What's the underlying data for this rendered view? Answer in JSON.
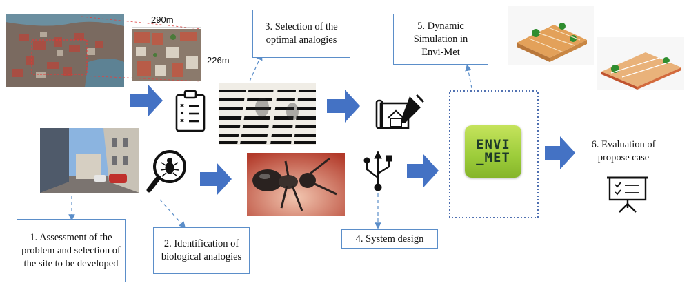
{
  "steps": {
    "s1": "1. Assessment of the problem and selection of the site to be developed",
    "s2": "2. Identification of biological analogies",
    "s3": "3. Selection of the optimal analogies",
    "s4": "4. System design",
    "s5": "5. Dynamic Simulation in Envi-Met",
    "s6": "6. Evaluation of propose case"
  },
  "dimensions": {
    "width_label": "290m",
    "height_label": "226m"
  },
  "envimet_logo": {
    "line1": "ENVI",
    "line2": "_MET"
  },
  "colors": {
    "arrow_blue": "#4472c4",
    "box_border": "#5b8ec9",
    "logo_green": "#a6d34b"
  },
  "icons": [
    "clipboard-checklist-icon",
    "magnifier-bug-icon",
    "blueprint-house-icon",
    "usb-trident-icon",
    "presentation-board-icon"
  ]
}
